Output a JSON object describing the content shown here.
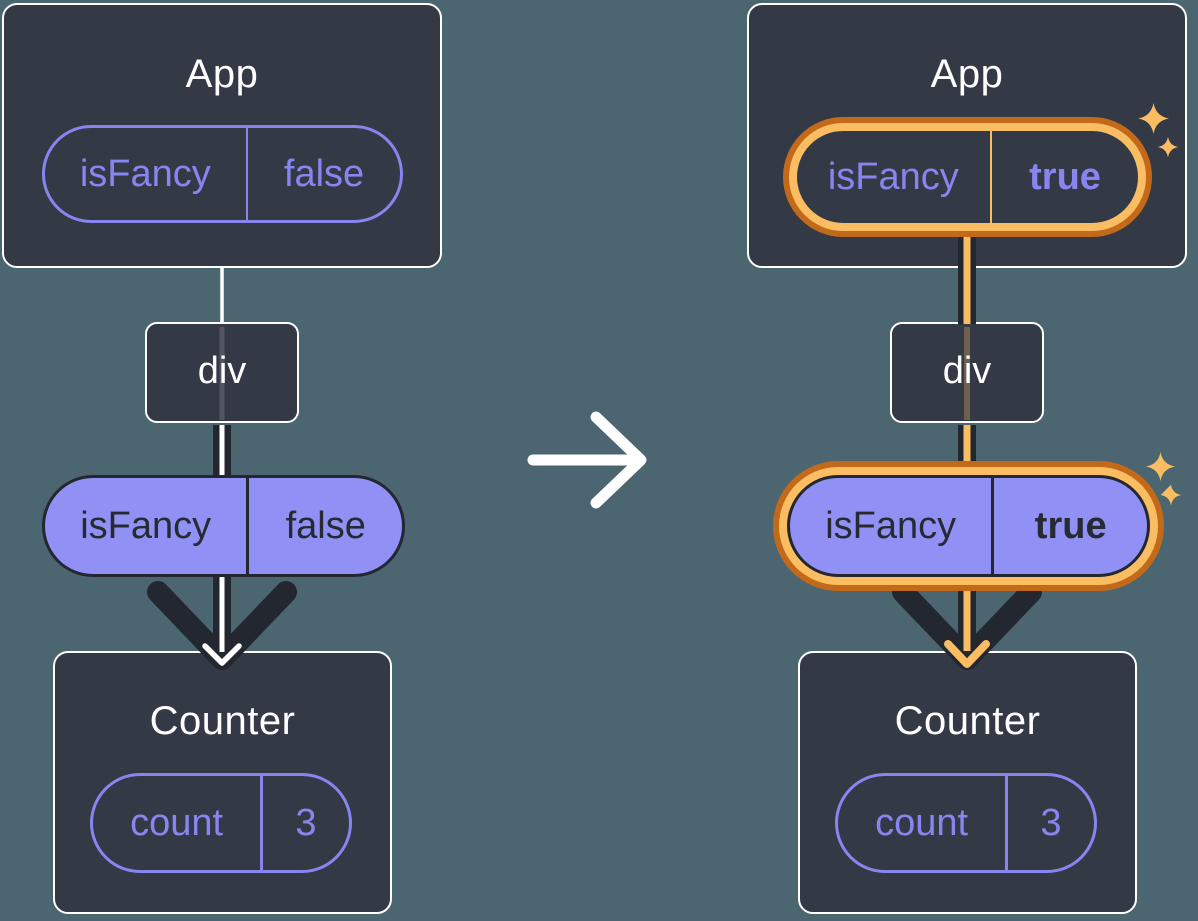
{
  "colors": {
    "bg": "#4B6670",
    "card": "#343946",
    "dark": "#23272F",
    "white": "#FFFFFF",
    "purple": "#8885F0",
    "purple-fill": "#9190F4",
    "orange": "#C2691A",
    "orange-light": "#FABD62",
    "text-on-purple": "#262B33"
  },
  "before": {
    "app": {
      "title": "App",
      "prop": {
        "name": "isFancy",
        "value": "false"
      }
    },
    "div_label": "div",
    "passed_prop": {
      "name": "isFancy",
      "value": "false"
    },
    "counter": {
      "title": "Counter",
      "state": {
        "name": "count",
        "value": "3"
      }
    }
  },
  "after": {
    "app": {
      "title": "App",
      "prop": {
        "name": "isFancy",
        "value": "true"
      }
    },
    "div_label": "div",
    "passed_prop": {
      "name": "isFancy",
      "value": "true"
    },
    "counter": {
      "title": "Counter",
      "state": {
        "name": "count",
        "value": "3"
      }
    }
  }
}
